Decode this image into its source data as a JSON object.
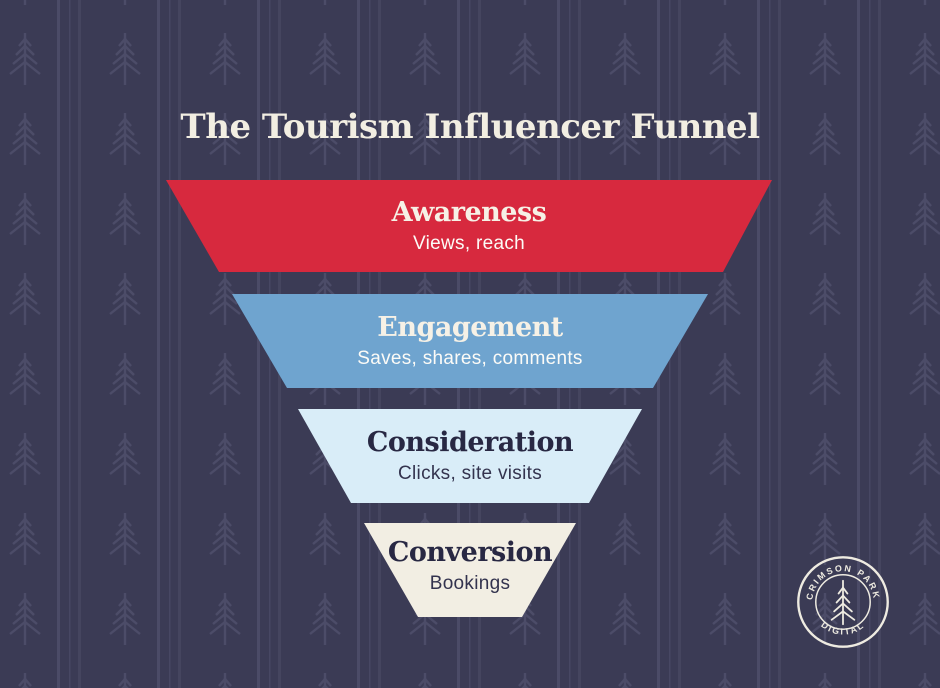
{
  "title": "The Tourism Influencer Funnel",
  "funnel": {
    "stages": [
      {
        "name": "Awareness",
        "description": "Views, reach",
        "color": "#d7293e"
      },
      {
        "name": "Engagement",
        "description": "Saves, shares, comments",
        "color": "#6fa4cf"
      },
      {
        "name": "Consideration",
        "description": "Clicks, site visits",
        "color": "#d9edf8"
      },
      {
        "name": "Conversion",
        "description": "Bookings",
        "color": "#f2eee3"
      }
    ]
  },
  "logo": {
    "brand_top": "CRIMSON PARK",
    "brand_bottom": "DIGITAL",
    "icon": "pine-tree-icon",
    "color": "#eeebe1"
  },
  "colors": {
    "background": "#3b3b55",
    "pattern": "#4c4c68",
    "title_text": "#f2eee2",
    "light_text": "#f6f1e6",
    "dark_text": "#282843"
  }
}
